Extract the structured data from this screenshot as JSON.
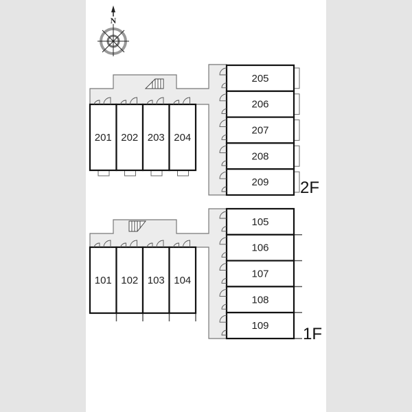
{
  "compass": {
    "north_label": "N"
  },
  "floors": [
    {
      "label": "2F",
      "units_left": [
        "201",
        "202",
        "203",
        "204"
      ],
      "units_right": [
        "205",
        "206",
        "207",
        "208",
        "209"
      ]
    },
    {
      "label": "1F",
      "units_left": [
        "101",
        "102",
        "103",
        "104"
      ],
      "units_right": [
        "105",
        "106",
        "107",
        "108",
        "109"
      ]
    }
  ]
}
